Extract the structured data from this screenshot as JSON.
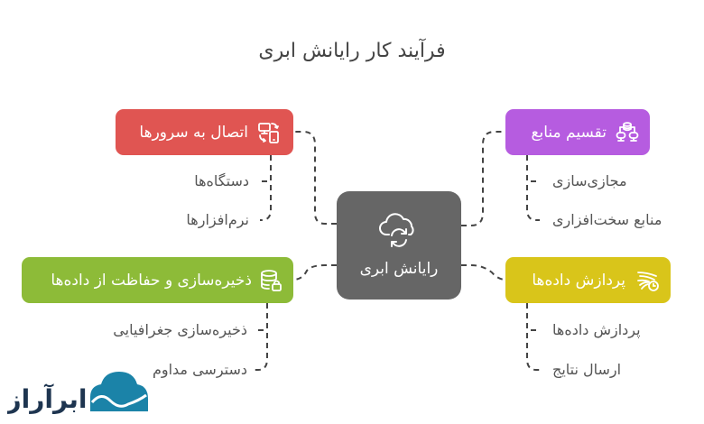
{
  "title": "فرآیند کار رایانش ابری",
  "center": {
    "label": "رایانش ابری",
    "icon": "cloud-sync-icon",
    "color": "#666666"
  },
  "nodes": [
    {
      "id": "connect",
      "label": "اتصال به سرورها",
      "icon": "device-sync-icon",
      "color": "#E05552",
      "items": [
        "دستگاه‌ها",
        "نرم‌افزارها"
      ]
    },
    {
      "id": "resources",
      "label": "تقسیم منابع",
      "icon": "network-database-icon",
      "color": "#B65CE0",
      "items": [
        "مجازی‌سازی",
        "منابع سخت‌افزاری"
      ]
    },
    {
      "id": "storage",
      "label": "ذخیره‌سازی و حفاظت از داده‌ها",
      "icon": "database-lock-icon",
      "color": "#8DBB38",
      "items": [
        "ذخیره‌سازی جغرافیایی",
        "دسترسی مداوم"
      ]
    },
    {
      "id": "processing",
      "label": "پردازش داده‌ها",
      "icon": "speed-clock-icon",
      "color": "#D9C51A",
      "items": [
        "پردازش داده‌ها",
        "ارسال نتایج"
      ]
    }
  ],
  "logo": {
    "text": "ابرآراز",
    "icon": "cloud-wave-icon",
    "color": "#1B83A8",
    "text_color": "#1E3550"
  }
}
